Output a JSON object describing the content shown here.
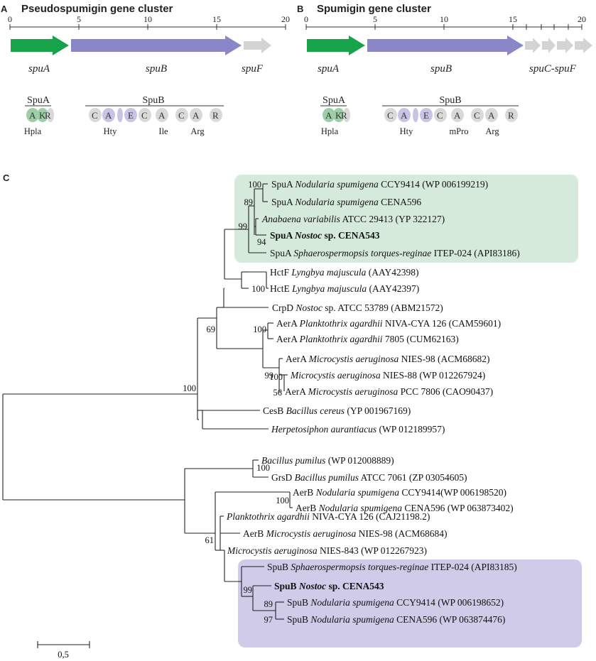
{
  "panelA": {
    "letter": "A",
    "title": "Pseudospumigin gene cluster",
    "ticks": [
      "0",
      "5",
      "10",
      "15",
      "20"
    ],
    "genes": [
      {
        "label": "spuA",
        "color": "#16a34a"
      },
      {
        "label": "spuB",
        "color": "#8b86c8"
      },
      {
        "label": "spuF",
        "color": "#d4d4d4"
      }
    ],
    "proteins": {
      "spuA": "SpuA",
      "spuB": "SpuB"
    },
    "domainsA": [
      "A",
      "K",
      "R"
    ],
    "domainsB": [
      "C",
      "A",
      "",
      "E",
      "C",
      "A",
      "C",
      "A",
      "R"
    ],
    "substrates": [
      "Hpla",
      "Hty",
      "Ile",
      "Arg"
    ]
  },
  "panelB": {
    "letter": "B",
    "title": "Spumigin gene cluster",
    "ticks": [
      "0",
      "5",
      "10",
      "15",
      "20"
    ],
    "genes": [
      {
        "label": "spuA",
        "color": "#16a34a"
      },
      {
        "label": "spuB",
        "color": "#8b86c8"
      },
      {
        "label": "spuC-spuF",
        "color": "#d4d4d4"
      }
    ],
    "proteins": {
      "spuA": "SpuA",
      "spuB": "SpuB"
    },
    "domainsA": [
      "A",
      "K",
      "R"
    ],
    "domainsB": [
      "C",
      "A",
      "",
      "E",
      "C",
      "A",
      "C",
      "A",
      "R"
    ],
    "substrates": [
      "Hpla",
      "Hty",
      "mPro",
      "Arg"
    ]
  },
  "panelC": {
    "letter": "C",
    "colors": {
      "spuA_group": "#d6eadb",
      "spuB_group": "#cfcbe8"
    },
    "leaves": [
      {
        "pre": "SpuA ",
        "it": "Nodularia spumigena",
        "post": " CCY9414 (WP 006199219)",
        "bold": false
      },
      {
        "pre": "SpuA ",
        "it": "Nodularia spumigena",
        "post": " CENA596",
        "bold": false
      },
      {
        "pre": "",
        "it": "Anabaena variabilis",
        "post": " ATCC 29413 (YP 322127)",
        "bold": false
      },
      {
        "pre": "SpuA ",
        "it": "Nostoc",
        "post": " sp. CENA543",
        "bold": true
      },
      {
        "pre": "SpuA ",
        "it": "Sphaerospermopsis torques-reginae",
        "post": " ITEP-024 (API83186)",
        "bold": false
      },
      {
        "pre": "HctF ",
        "it": "Lyngbya majuscula",
        "post": " (AAY42398)",
        "bold": false
      },
      {
        "pre": "HctE ",
        "it": "Lyngbya majuscula",
        "post": " (AAY42397)",
        "bold": false
      },
      {
        "pre": "CrpD ",
        "it": "Nostoc",
        "post": " sp. ATCC 53789 (ABM21572)",
        "bold": false
      },
      {
        "pre": "AerA ",
        "it": "Planktothrix agardhii",
        "post": " NIVA-CYA 126 (CAM59601)",
        "bold": false
      },
      {
        "pre": "AerA ",
        "it": "Planktothrix agardhii",
        "post": " 7805 (CUM62163)",
        "bold": false
      },
      {
        "pre": "AerA ",
        "it": "Microcystis aeruginosa",
        "post": " NIES-98 (ACM68682)",
        "bold": false
      },
      {
        "pre": "",
        "it": "Microcystis aeruginosa",
        "post": " NIES-88 (WP 012267924)",
        "bold": false
      },
      {
        "pre": "AerA ",
        "it": "Microcystis aeruginosa",
        "post": " PCC 7806 (CAO90437)",
        "bold": false
      },
      {
        "pre": "CesB ",
        "it": "Bacillus cereus",
        "post": " (YP 001967169)",
        "bold": false
      },
      {
        "pre": "",
        "it": "Herpetosiphon aurantiacus",
        "post": " (WP 012189957)",
        "bold": false
      },
      {
        "pre": "",
        "it": "Bacillus pumilus",
        "post": " (WP 012008889)",
        "bold": false
      },
      {
        "pre": "GrsD ",
        "it": "Bacillus pumilus",
        "post": " ATCC 7061 (ZP 03054605)",
        "bold": false
      },
      {
        "pre": "AerB ",
        "it": "Nodularia spumigena",
        "post": " CCY9414(WP 006198520)",
        "bold": false
      },
      {
        "pre": "AerB ",
        "it": "Nodularia spumigena",
        "post": " CENA596 (WP 063873402)",
        "bold": false
      },
      {
        "pre": "",
        "it": "Planktothrix agardhii",
        "post": " NIVA-CYA 126 (CAJ21198.2)",
        "bold": false
      },
      {
        "pre": "AerB ",
        "it": "Microcystis aeruginosa",
        "post": " NIES-98 (ACM68684)",
        "bold": false
      },
      {
        "pre": "",
        "it": "Microcystis aeruginosa",
        "post": " NIES-843 (WP 012267923)",
        "bold": false
      },
      {
        "pre": "SpuB ",
        "it": "Sphaerospermopsis torques-reginae",
        "post": " ITEP-024 (API83185)",
        "bold": false
      },
      {
        "pre": "SpuB ",
        "it": "Nostoc",
        "post": " sp. CENA543",
        "bold": true
      },
      {
        "pre": "SpuB ",
        "it": "Nodularia spumigena",
        "post": " CCY9414 (WP 006198652)",
        "bold": false
      },
      {
        "pre": "SpuB ",
        "it": "Nodularia spumigena",
        "post": " CENA596 (WP 063874476)",
        "bold": false
      }
    ],
    "bootstrap": [
      "100",
      "89",
      "99",
      "94",
      "100",
      "69",
      "100",
      "99",
      "100",
      "56",
      "100",
      "100",
      "100",
      "61",
      "99",
      "89",
      "97"
    ],
    "scale_label": "0,5"
  }
}
